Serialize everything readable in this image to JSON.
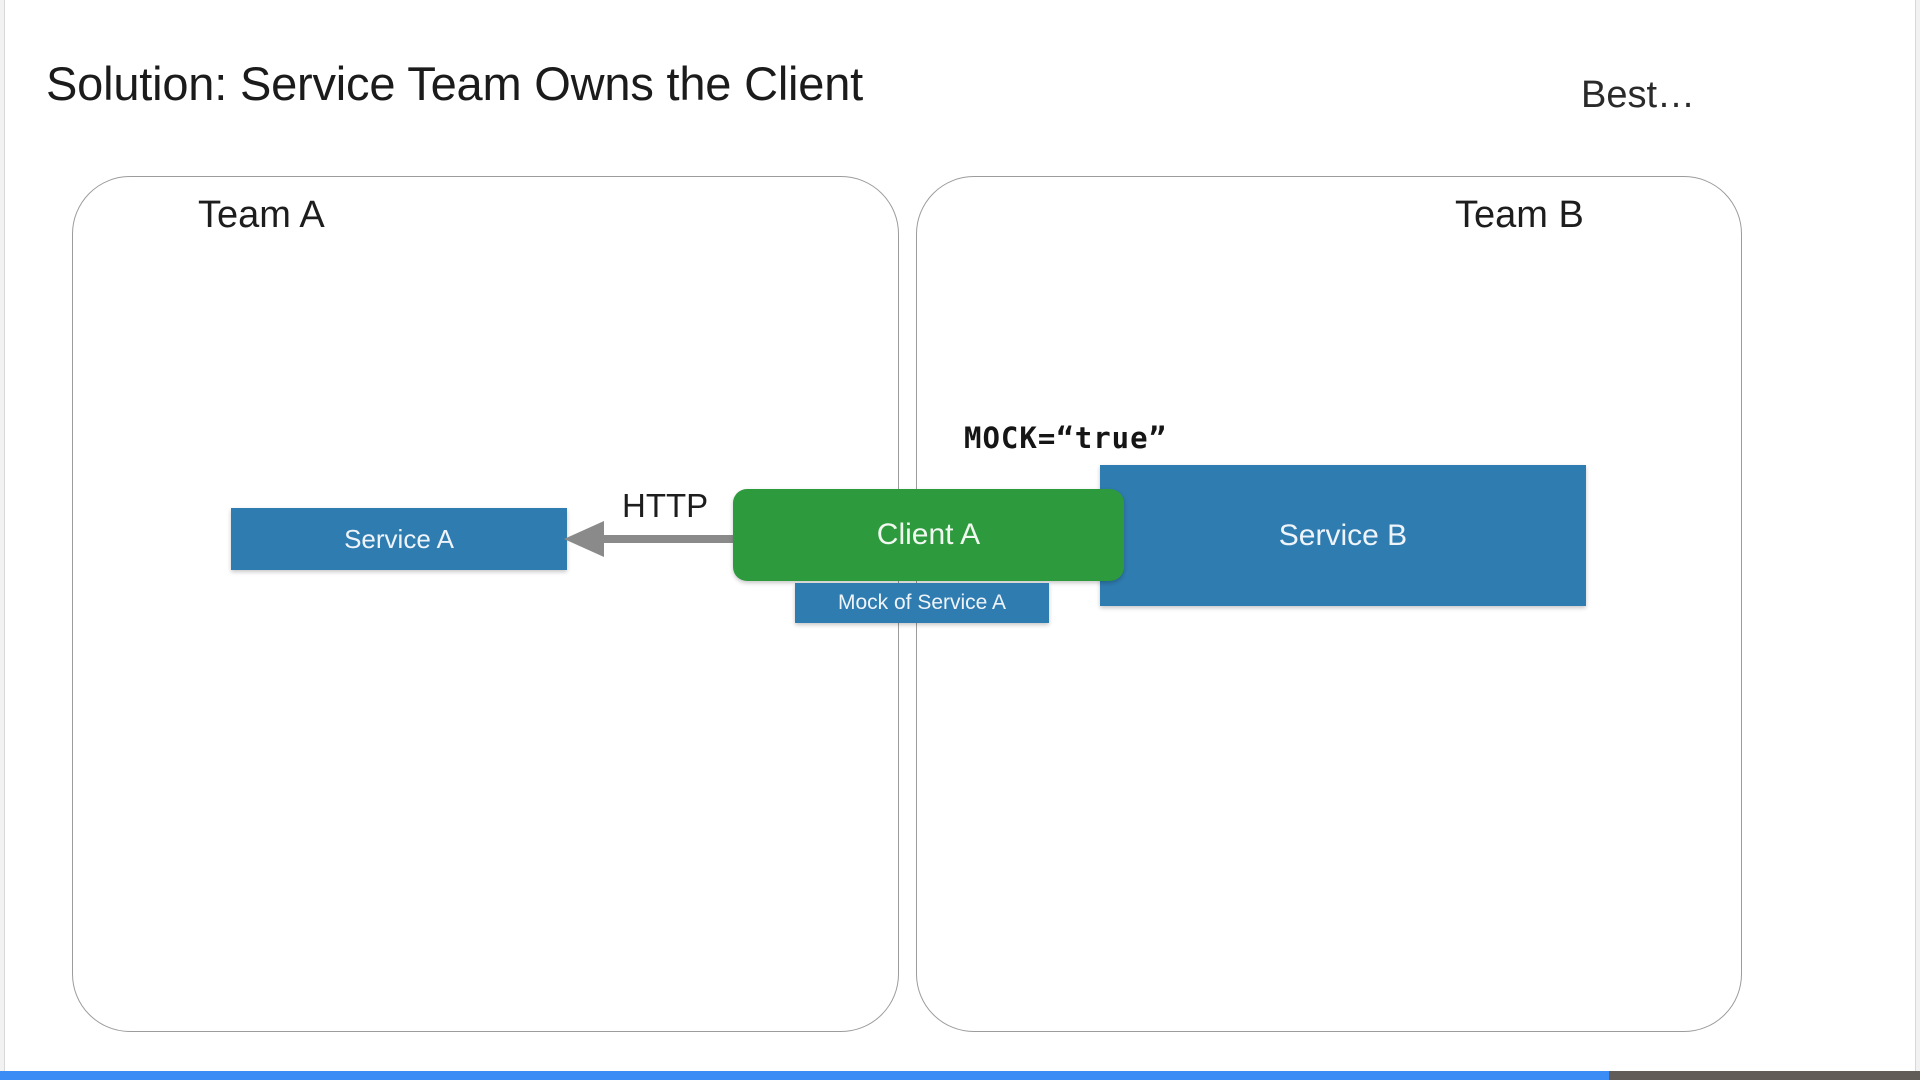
{
  "slide": {
    "title": "Solution: Service Team Owns the Client",
    "subtitle": "Best…"
  },
  "teams": [
    {
      "id": "team-a",
      "label": "Team A"
    },
    {
      "id": "team-b",
      "label": "Team B"
    }
  ],
  "nodes": {
    "service_a": {
      "label": "Service A",
      "color": "#2f7cb0",
      "kind": "service"
    },
    "service_b": {
      "label": "Service B",
      "color": "#2f7cb0",
      "kind": "service"
    },
    "client_a": {
      "label": "Client A",
      "color": "#2d9b3d",
      "kind": "client"
    },
    "mock": {
      "label": "Mock of Service A",
      "color": "#2f7cb0",
      "kind": "mock"
    }
  },
  "annotations": {
    "http_label": "HTTP",
    "mock_flag": "MOCK=“true”"
  },
  "arrow": {
    "name": "http-arrow",
    "from": "Client A",
    "to": "Service A",
    "direction": "right-to-left",
    "color": "#8a8a8a"
  },
  "progress": {
    "percent": 83.8,
    "fill_color": "#3b8cf5",
    "track_color": "#615c57"
  },
  "colors": {
    "blue": "#2f7cb0",
    "green": "#2d9b3d",
    "outline": "#9c9c9c",
    "text_dark": "#1b1b1b",
    "arrow_gray": "#8a8a8a"
  }
}
